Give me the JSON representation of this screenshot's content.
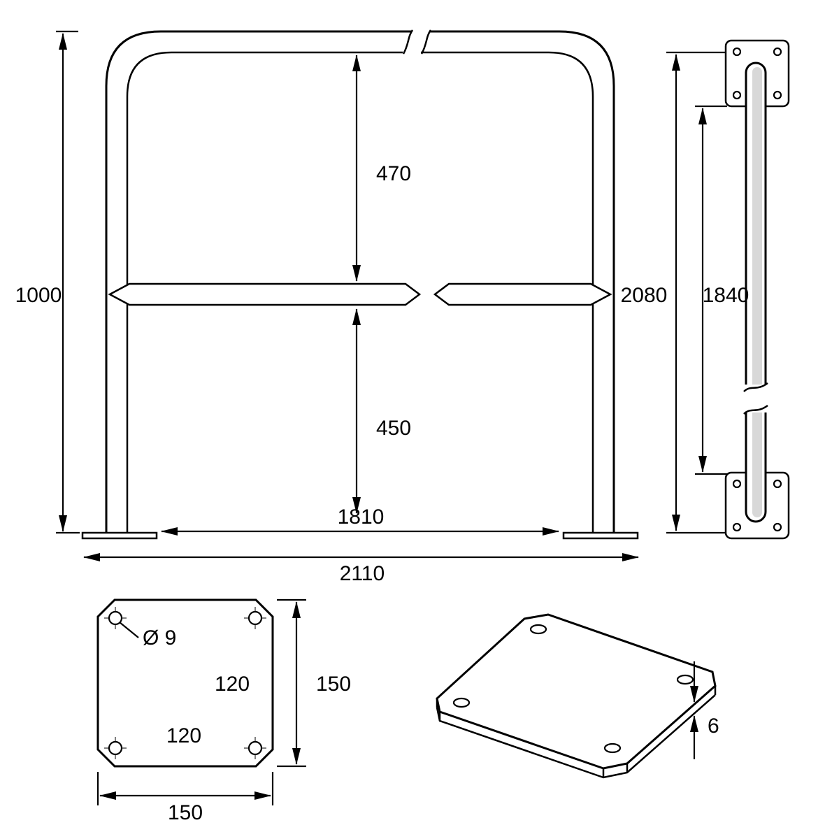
{
  "front_view": {
    "overall_height": "1000",
    "upper_rail_gap": "470",
    "lower_rail_gap": "450",
    "inner_width": "1810",
    "overall_width": "2110"
  },
  "side_view": {
    "overall_height": "2080",
    "plate_spacing": "1840"
  },
  "plate_plan": {
    "hole_diameter": "Ø 9",
    "hole_spacing_vertical": "120",
    "hole_spacing_horizontal": "120",
    "height": "150",
    "width": "150"
  },
  "plate_iso": {
    "thickness": "6"
  }
}
